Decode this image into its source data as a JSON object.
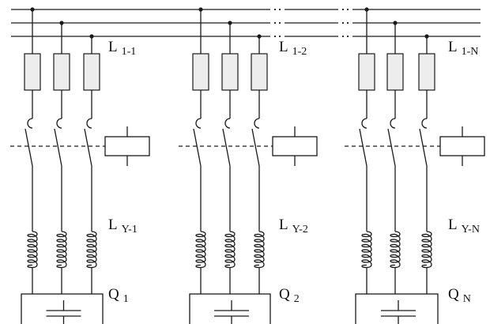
{
  "bus_breaks": [
    ":",
    ":",
    ":",
    ":"
  ],
  "groups": [
    {
      "fuse_label": {
        "main": "L",
        "sub": "1-1"
      },
      "inductor_label": {
        "main": "L",
        "sub": "Y-1"
      },
      "capacitor_label": {
        "main": "Q",
        "sub": "1"
      }
    },
    {
      "fuse_label": {
        "main": "L",
        "sub": "1-2"
      },
      "inductor_label": {
        "main": "L",
        "sub": "Y-2"
      },
      "capacitor_label": {
        "main": "Q",
        "sub": "2"
      }
    },
    {
      "fuse_label": {
        "main": "L",
        "sub": "1-N"
      },
      "inductor_label": {
        "main": "L",
        "sub": "Y-N"
      },
      "capacitor_label": {
        "main": "Q",
        "sub": "N"
      }
    }
  ]
}
